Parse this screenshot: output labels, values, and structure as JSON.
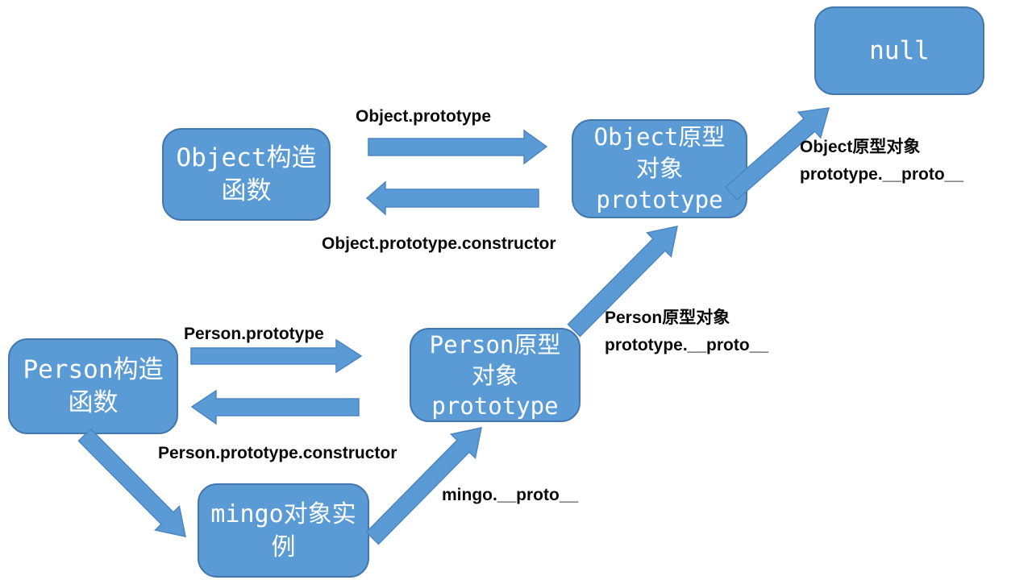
{
  "diagram": {
    "title": "JavaScript prototype chain diagram",
    "boxes": [
      {
        "id": "object-constructor",
        "label": "Object构造\n函数"
      },
      {
        "id": "object-prototype",
        "label": "Object原型\n对象\nprototype"
      },
      {
        "id": "null",
        "label": "null"
      },
      {
        "id": "person-constructor",
        "label": "Person构造\n函数"
      },
      {
        "id": "person-prototype",
        "label": "Person原型\n对象\nprototype"
      },
      {
        "id": "mingo-instance",
        "label": "mingo对象实\n例"
      }
    ],
    "labels": {
      "object_prototype": "Object.prototype",
      "object_prototype_constructor": "Object.prototype.constructor",
      "object_proto_chain": "Object原型对象\nprototype.__proto__",
      "person_prototype": "Person.prototype",
      "person_prototype_constructor": "Person.prototype.constructor",
      "person_proto_chain": "Person原型对象\nprototype.__proto__",
      "mingo_proto": "mingo.__proto__"
    },
    "arrows": [
      {
        "name": "object-prototype-arrow",
        "from": "object-constructor",
        "to": "object-prototype"
      },
      {
        "name": "object-prototype-constructor-arrow",
        "from": "object-prototype",
        "to": "object-constructor"
      },
      {
        "name": "object-proto-to-null-arrow",
        "from": "object-prototype",
        "to": "null"
      },
      {
        "name": "person-prototype-arrow",
        "from": "person-constructor",
        "to": "person-prototype"
      },
      {
        "name": "person-prototype-constructor-arrow",
        "from": "person-prototype",
        "to": "person-constructor"
      },
      {
        "name": "person-constructor-to-instance-arrow",
        "from": "person-constructor",
        "to": "mingo-instance"
      },
      {
        "name": "mingo-proto-arrow",
        "from": "mingo-instance",
        "to": "person-prototype"
      },
      {
        "name": "person-proto-chain-arrow",
        "from": "person-prototype",
        "to": "object-prototype"
      }
    ],
    "colors": {
      "shape_fill": "#5B9BD5",
      "shape_border": "#4377AD",
      "box_text": "#FFFFFF",
      "label_text": "#0A0A0A"
    }
  }
}
